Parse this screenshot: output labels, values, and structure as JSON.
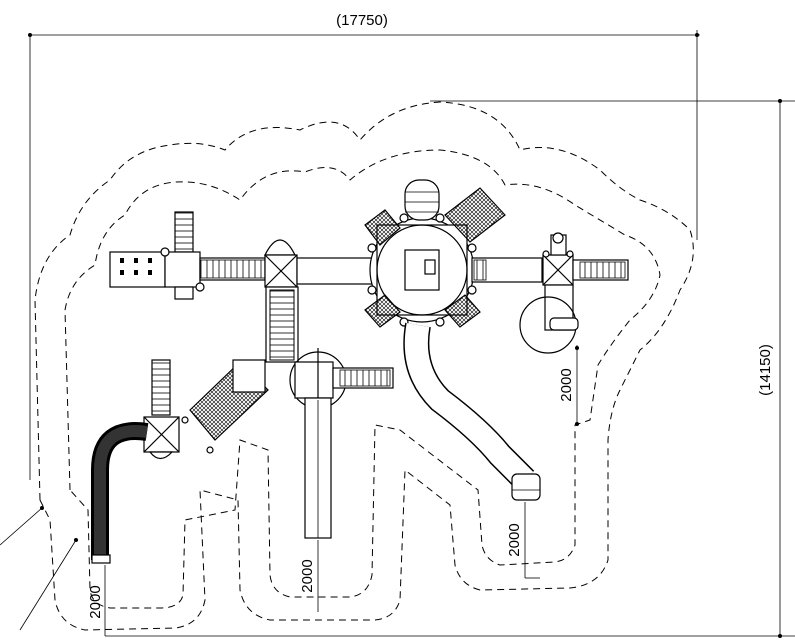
{
  "dimensions": {
    "overall_width": "(17750)",
    "overall_depth": "(14150)",
    "clearance_left_slide": "2000",
    "clearance_center": "2000",
    "clearance_tube_slide": "2000",
    "clearance_right_slide": "2000"
  }
}
